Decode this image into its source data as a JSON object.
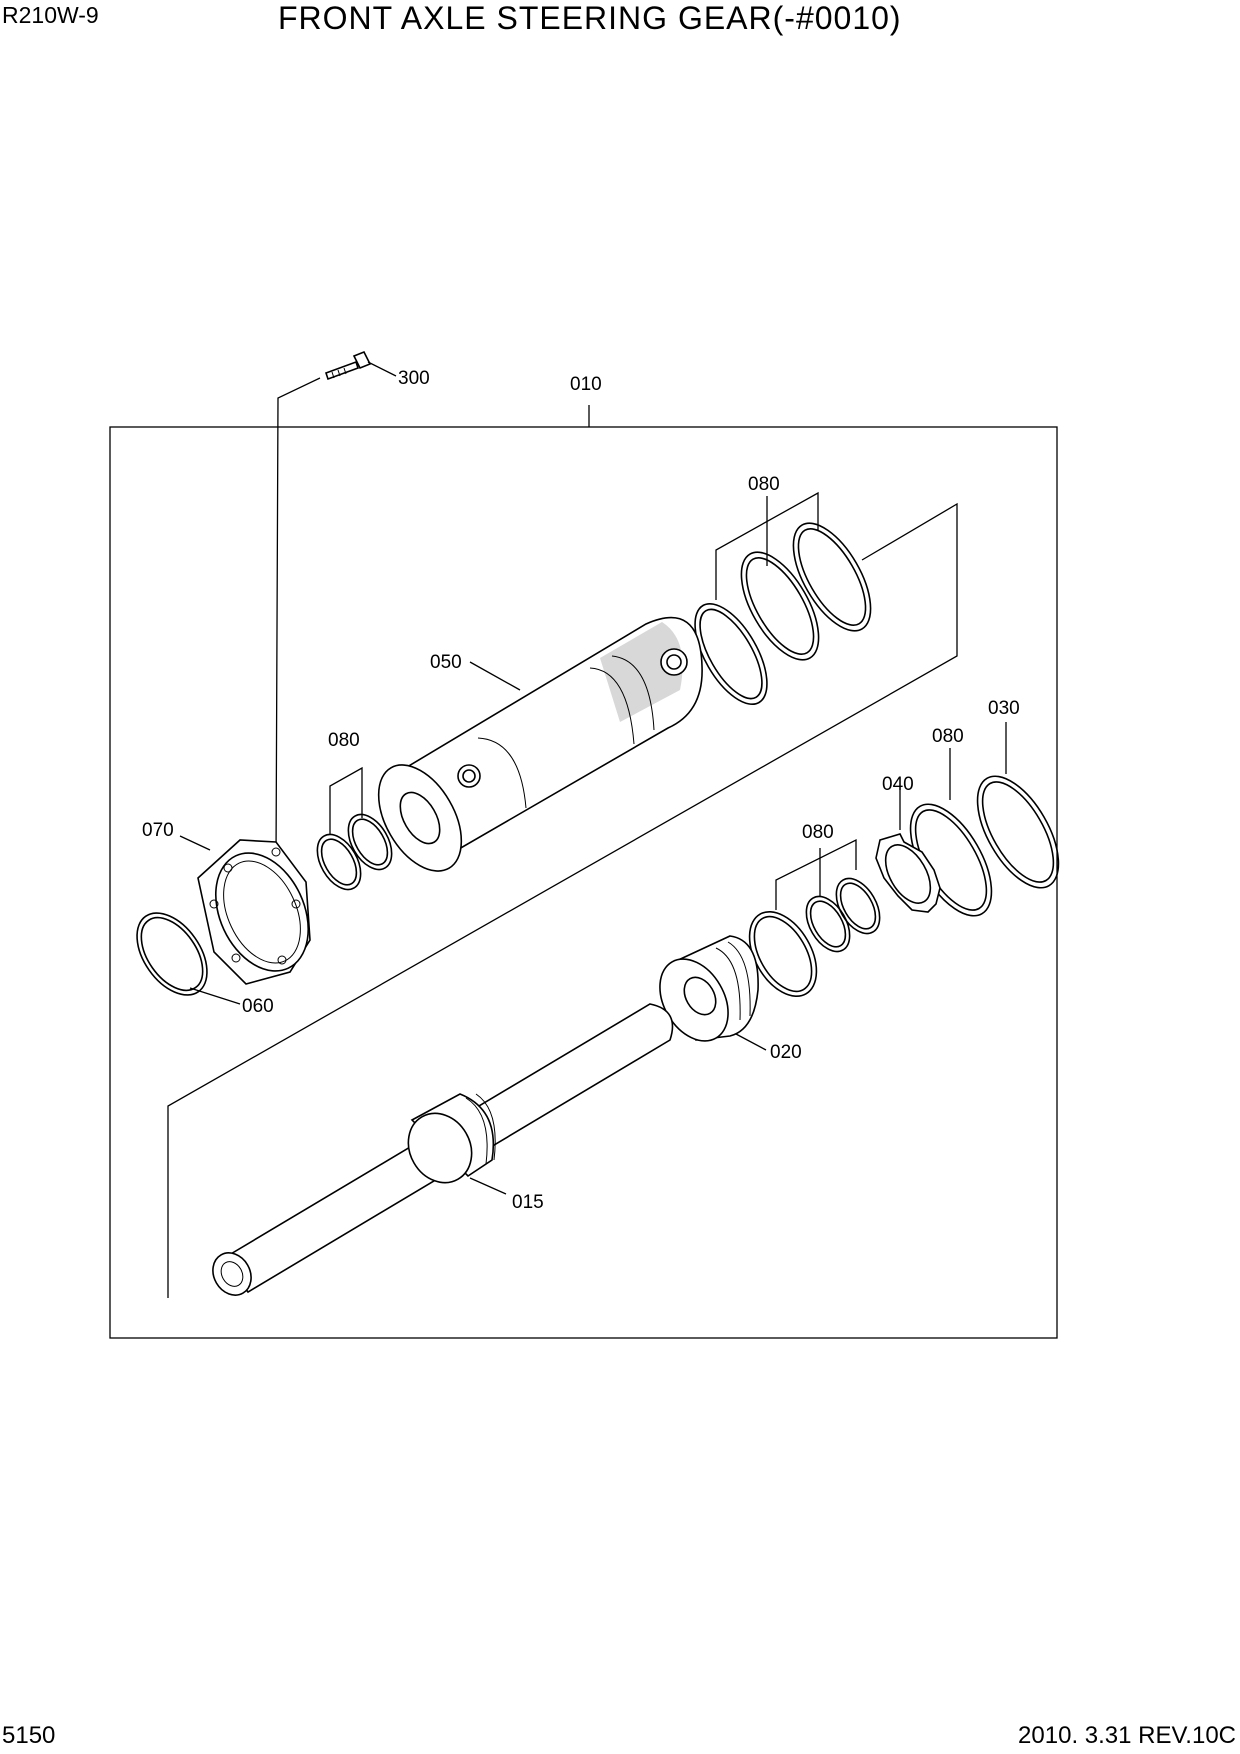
{
  "header": {
    "model": "R210W-9",
    "title": "FRONT AXLE STEERING GEAR(-#0010)"
  },
  "footer": {
    "page": "5150",
    "revision": "2010. 3.31  REV.10C"
  },
  "parts": {
    "p010": "010",
    "p015": "015",
    "p020": "020",
    "p030": "030",
    "p040": "040",
    "p050": "050",
    "p060": "060",
    "p070": "070",
    "p080_top": "080",
    "p080_left": "080",
    "p080_mid": "080",
    "p080_right": "080",
    "p300": "300"
  }
}
